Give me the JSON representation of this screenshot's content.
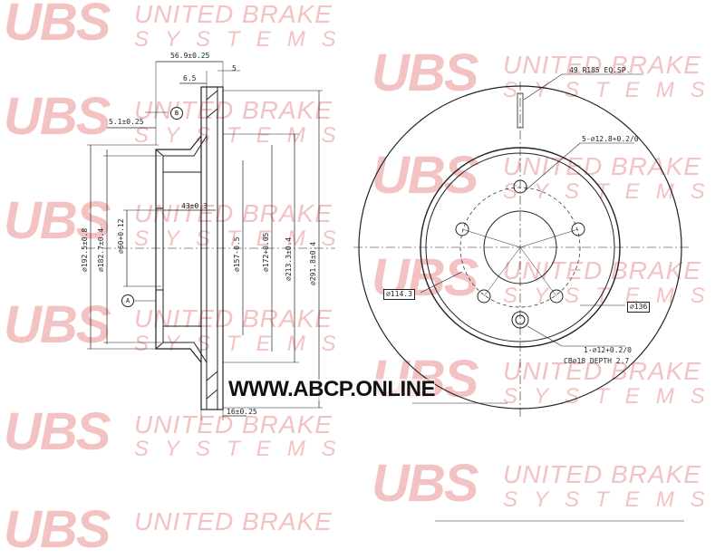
{
  "watermark": {
    "logo": "UBS",
    "line1": "UNITED BRAKE",
    "line2": "SYSTEMS"
  },
  "website": "WWW.ABCP.ONLINE",
  "side_view": {
    "overall_width": "56.9±0.25",
    "hat_depth": "5",
    "vent_offset": "6.5",
    "flange": "5.1±0.25",
    "hub_height": "43±0.3",
    "disc_thickness": "16±0.25",
    "d1": "⌀192.5±0.8",
    "d2": "⌀182.7±0.4",
    "d3": "⌀60+0.12",
    "d4": "⌀157-0.5",
    "d5": "⌀172+0.05",
    "d6": "⌀213.3±0.4",
    "d7": "⌀291.8±0.4",
    "datum_a": "A",
    "datum_b": "B"
  },
  "front_view": {
    "slots": "49 R185 EQ.SP.",
    "bolt_holes": "5-⌀12.8+0.2/0",
    "pcd": "⌀114.3",
    "pcd2": "⌀136",
    "pilot_hole": "1-⌀12+0.2/0",
    "counterbore": "CB⌀18 DEPTH 2.7"
  }
}
